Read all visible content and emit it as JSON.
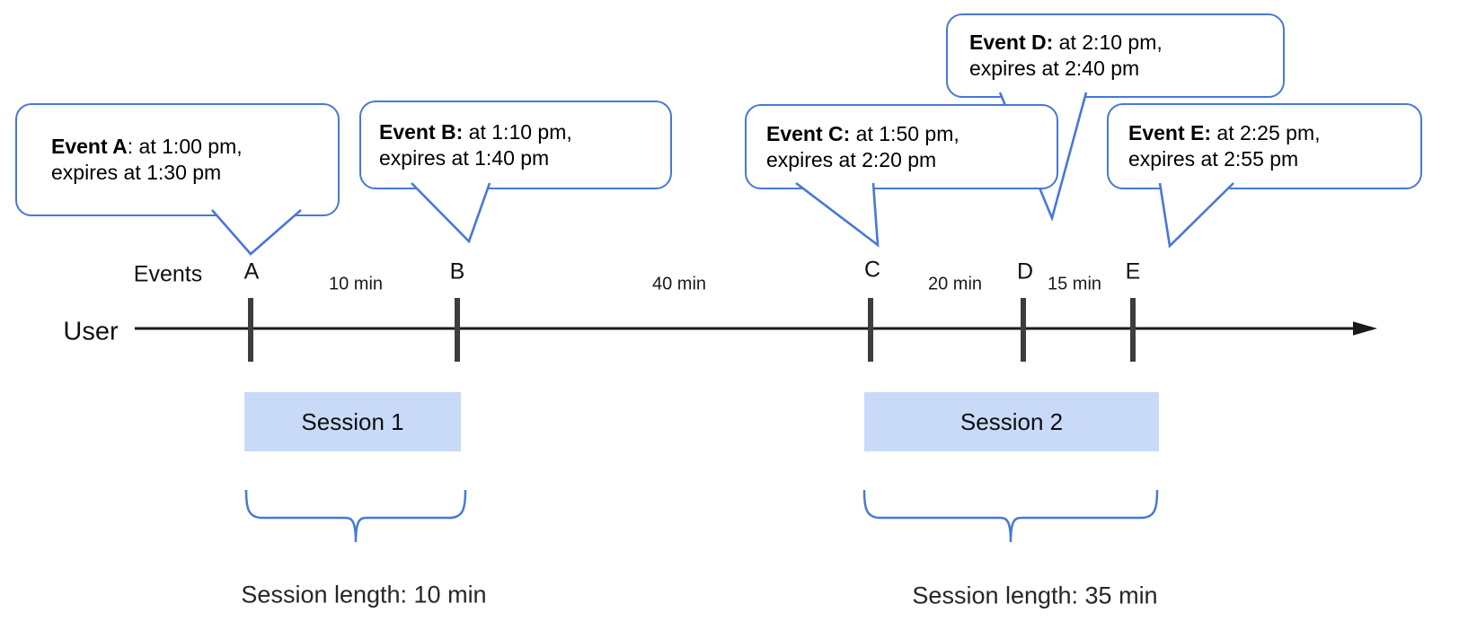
{
  "colors": {
    "accent_blue": "#4678da",
    "session_fill": "#c9daf8",
    "tick_gray": "#3d3d3d",
    "axis_black": "#1a1a1a"
  },
  "timeline": {
    "events_header": "Events",
    "row_label": "User",
    "axis_intervals": [
      {
        "label": "10 min"
      },
      {
        "label": "40 min"
      },
      {
        "label": "20 min"
      },
      {
        "label": "15 min"
      }
    ],
    "events": [
      {
        "letter": "A",
        "callout_bold": "Event A",
        "callout_rest": ": at 1:00 pm,",
        "callout_line2": "expires at 1:30 pm"
      },
      {
        "letter": "B",
        "callout_bold": "Event B:",
        "callout_rest": " at 1:10 pm,",
        "callout_line2": "expires at 1:40 pm"
      },
      {
        "letter": "C",
        "callout_bold": "Event C:",
        "callout_rest": " at 1:50 pm,",
        "callout_line2": "expires at 2:20 pm"
      },
      {
        "letter": "D",
        "callout_bold": "Event D:",
        "callout_rest": " at 2:10 pm,",
        "callout_line2": "expires at 2:40 pm"
      },
      {
        "letter": "E",
        "callout_bold": "Event E:",
        "callout_rest": " at 2:25 pm,",
        "callout_line2": "expires at 2:55 pm"
      }
    ],
    "sessions": [
      {
        "label": "Session 1",
        "caption": "Session length: 10 min"
      },
      {
        "label": "Session 2",
        "caption": "Session length: 35 min"
      }
    ]
  }
}
